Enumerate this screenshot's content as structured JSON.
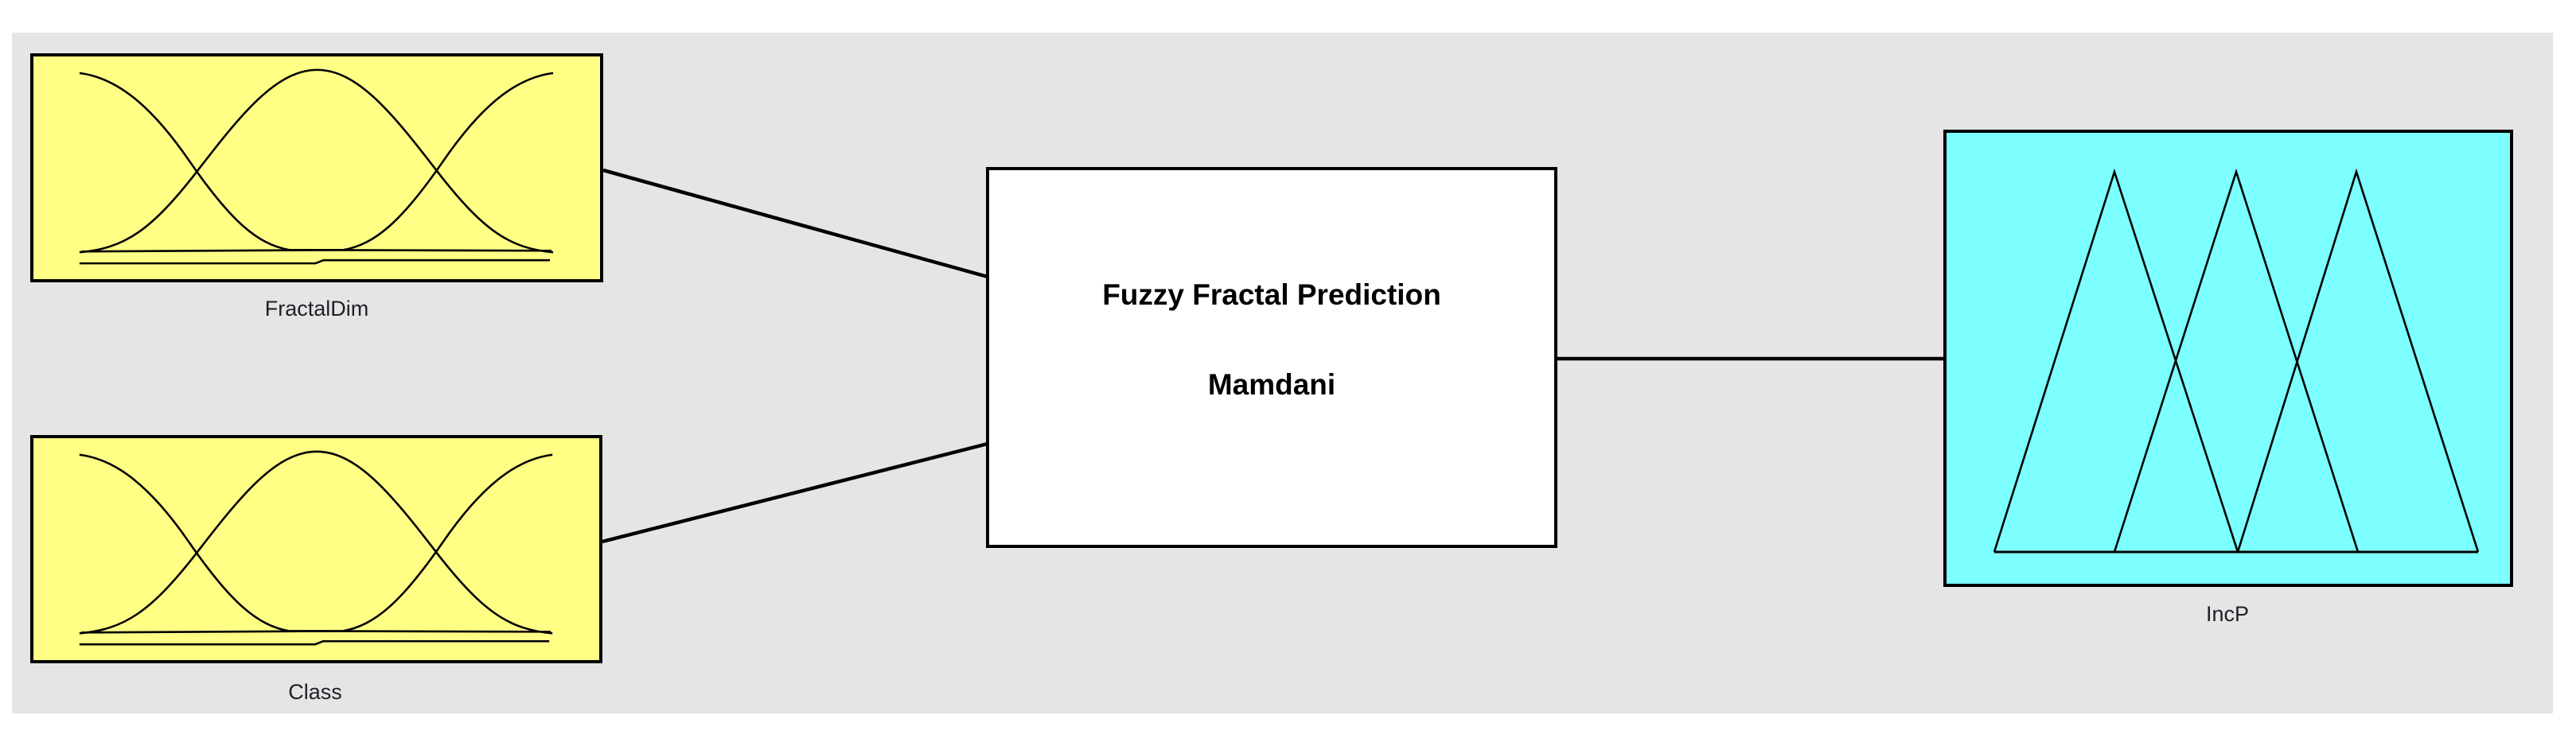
{
  "diagram": {
    "system_name": "Fuzzy Fractal Prediction",
    "type_label": "Mamdani",
    "inputs": [
      {
        "label": "FractalDim"
      },
      {
        "label": "Class"
      }
    ],
    "output": {
      "label": "IncP"
    },
    "colors": {
      "canvas_bg": "#e5e5e5",
      "input_fill": "#ffff85",
      "output_fill": "#7dffff",
      "system_fill": "#ffffff",
      "line_color": "#000000",
      "label_color": "#1f1f28"
    }
  }
}
